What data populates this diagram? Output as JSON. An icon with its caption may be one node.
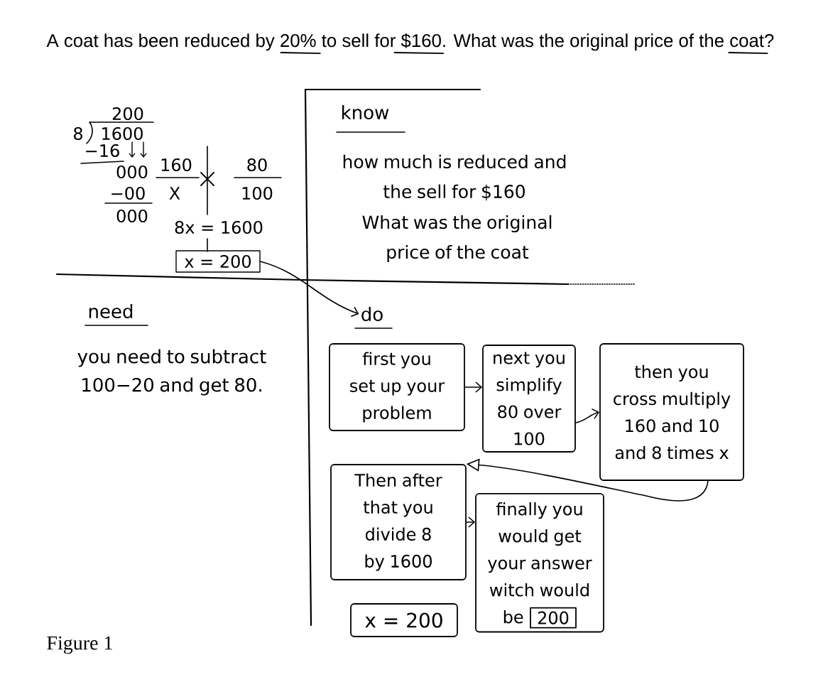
{
  "diagram": {
    "title": "A coat has been reduced by 20% to sell for $160. What was the original price of the coat?",
    "caption": "Figure 1",
    "nodes": [
      {
        "text": [
          "x = 200"
        ]
      },
      {
        "text": [
          "know",
          "how much is reduced and the sell for $160",
          "What was the original price of the coat"
        ]
      },
      {
        "text": [
          "do"
        ]
      },
      {
        "text": [
          "first you set up your problem"
        ]
      },
      {
        "text": [
          "next you simplify 80 over 100"
        ]
      },
      {
        "text": [
          "then you cross multiply 160 and 10 and 8 times x"
        ]
      },
      {
        "text": [
          "Then after that you divide 8 by 1600"
        ]
      },
      {
        "text": [
          "finally you would get your answer witch would be"
        ]
      },
      {
        "text": [
          "200"
        ],
        "in": 7
      },
      {
        "text": [
          "x = 200"
        ]
      }
    ],
    "edges": [
      {
        "from": 0,
        "to": 2,
        "arrow": "to"
      },
      {
        "from": 3,
        "to": 4,
        "arrow": "to"
      },
      {
        "from": 4,
        "to": 5,
        "arrow": "to"
      },
      {
        "from": 5,
        "to": 6,
        "arrow": "to"
      },
      {
        "from": 6,
        "to": 7,
        "arrow": "to"
      }
    ],
    "labels": [
      "200",
      "8",
      "1600",
      "−16",
      "000",
      "−00",
      "000",
      "160",
      "X",
      "80",
      "100",
      "8x = 1600",
      "need",
      "you need to subtract 100−20 and get 80."
    ]
  }
}
